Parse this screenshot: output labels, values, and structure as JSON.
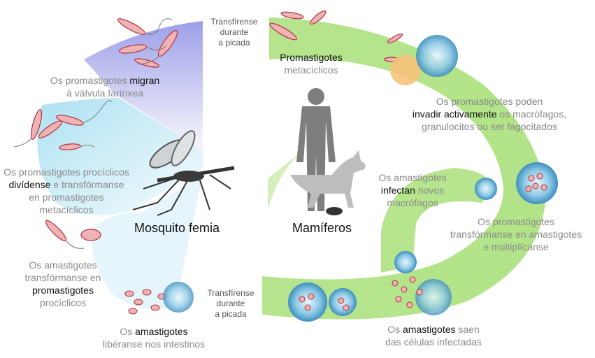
{
  "colors": {
    "mosquito_stage": "#7d7fe0",
    "mosquito_intestine": "#9fdcf0",
    "mammal_stage": "#a9e07a",
    "parasite_pink": "#f0b3b3",
    "parasite_stroke": "#b03040",
    "macrophage_blue": "#6cb8dc",
    "granulocyte_orange": "#f7c27a",
    "silhouette_gray": "#7e7e7e"
  },
  "icons": [
    "mosquito-icon",
    "human-silhouette-icon",
    "dog-silhouette-icon",
    "rodent-silhouette-icon",
    "promastigote-icon",
    "amastigote-icon",
    "macrophage-icon"
  ],
  "vector": {
    "title": "Mosquito femia"
  },
  "host": {
    "title": "Mamíferos"
  },
  "transfer_top": {
    "line1": "Transfírense",
    "line2": "durante",
    "line3": "a picada"
  },
  "transfer_bottom": {
    "line1": "Transfírense",
    "line2": "durante",
    "line3": "a picada"
  },
  "stages": {
    "migrate": {
      "pre": "Os promastigotes ",
      "bold": "migran",
      "post": "á válvula farínxea"
    },
    "procyclic": {
      "line1": "Os promastigotes procíclicos",
      "bold": "divídense",
      "post": " e transfórmanse",
      "line3": "en promastigotes",
      "line4": "metacíclicos"
    },
    "amastigote_transform": {
      "line1": "Os amastigotes",
      "line2": "transfórmanse en",
      "bold": "promastigotes",
      "line4": "procíclicos"
    },
    "released": {
      "pre": "Os ",
      "bold": "amastigotes",
      "line2": "libéranse nos intestinos"
    },
    "metacyclic": {
      "bold": "Promastigotes",
      "line2": "metacíclicos"
    },
    "invade": {
      "line1": "Os promastigotes poden",
      "bold": "invadir activamente",
      "post": " os macrófagos,",
      "line3": "granulocitos ou ser fagocitados"
    },
    "infect": {
      "line1": "Os amastigotes",
      "bold": "infectan",
      "post": " novos",
      "line3": "macrófagos"
    },
    "multiply": {
      "line1": "Os promastigotes",
      "line2": "transfórmanse en amastigotes",
      "line3": "e multiplícanse"
    },
    "exit": {
      "pre": "Os ",
      "bold": "amastigotes",
      "post": " saen",
      "line2": "das células infectadas"
    }
  }
}
